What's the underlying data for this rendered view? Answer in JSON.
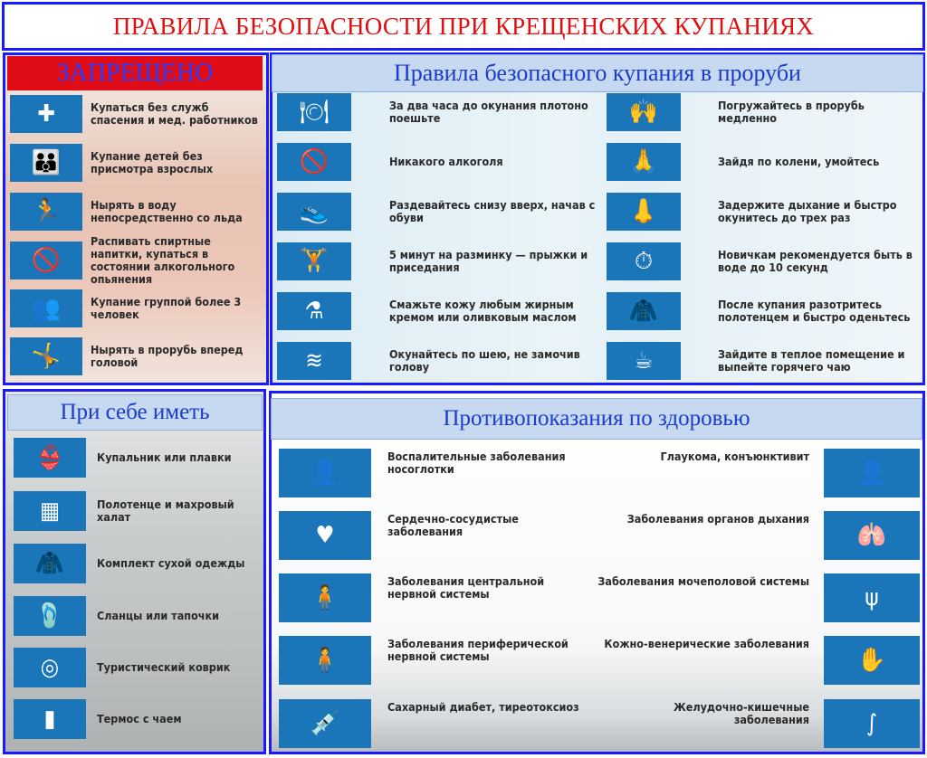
{
  "title": "ПРАВИЛА БЕЗОПАСНОСТИ ПРИ КРЕЩЕНСКИХ КУПАНИЯХ",
  "forbidden": {
    "header": "ЗАПРЕЩЕНО",
    "items": [
      {
        "icon": "first-aid-kit-icon",
        "glyph": "✚",
        "text": "Купаться без служб спасения и мед. работников"
      },
      {
        "icon": "parent-child-icon",
        "glyph": "👪",
        "text": "Купание детей без присмотра взрослых"
      },
      {
        "icon": "jumping-person-icon",
        "glyph": "🏃",
        "text": "Нырять в воду непосредственно со льда"
      },
      {
        "icon": "no-alcohol-icon",
        "glyph": "🚫",
        "text": "Распивать спиртные напитки, купаться в состоянии алкогольного опьянения"
      },
      {
        "icon": "group-icon",
        "glyph": "👥",
        "text": "Купание группой более 3 человек"
      },
      {
        "icon": "diving-person-icon",
        "glyph": "🤸",
        "text": "Нырять в прорубь вперед головой"
      }
    ]
  },
  "rules": {
    "header": "Правила безопасного купания в проруби",
    "left": [
      {
        "icon": "plate-cutlery-icon",
        "glyph": "🍽",
        "text": "За два часа до окунания плотоно поешьте"
      },
      {
        "icon": "no-alcohol-icon",
        "glyph": "🚫",
        "text": "Никакого алкоголя"
      },
      {
        "icon": "shoe-icon",
        "glyph": "👟",
        "text": "Раздевайтесь снизу вверх, начав с обуви"
      },
      {
        "icon": "exercise-icon",
        "glyph": "🏋",
        "text": "5 минут на разминку — прыжки и приседания"
      },
      {
        "icon": "oil-bottle-icon",
        "glyph": "⚗",
        "text": "Смажьте кожу любым жирным кремом или оливковым маслом"
      },
      {
        "icon": "neck-dip-icon",
        "glyph": "≋",
        "text": "Окунайтесь по шею, не замочив голову"
      }
    ],
    "right": [
      {
        "icon": "person-arms-up-icon",
        "glyph": "🙌",
        "text": "Погружайтесь в прорубь медленно"
      },
      {
        "icon": "face-wash-icon",
        "glyph": "🙏",
        "text": "Зайдя по колени, умойтесь"
      },
      {
        "icon": "nose-icon",
        "glyph": "👃",
        "text": "Задержите дыхание и быстро окунитесь до трех раз"
      },
      {
        "icon": "stopwatch-icon",
        "glyph": "⏱",
        "text": "Новичкам рекомендуется быть в воде до 10 секунд"
      },
      {
        "icon": "jacket-icon",
        "glyph": "🧥",
        "text": "После купания разотритесь полотенцем и быстро оденьтесь"
      },
      {
        "icon": "hot-cup-icon",
        "glyph": "☕",
        "text": "Зайдите в теплое помещение и выпейте горячего чаю"
      }
    ]
  },
  "bring": {
    "header": "При себе иметь",
    "items": [
      {
        "icon": "swimsuit-icon",
        "glyph": "👙",
        "text": "Купальник или плавки"
      },
      {
        "icon": "towel-icon",
        "glyph": "▦",
        "text": "Полотенце и махровый халат"
      },
      {
        "icon": "jacket-icon",
        "glyph": "🧥",
        "text": "Комплект сухой одежды"
      },
      {
        "icon": "flip-flops-icon",
        "glyph": "🩴",
        "text": "Сланцы или тапочки"
      },
      {
        "icon": "mat-roll-icon",
        "glyph": "◎",
        "text": "Туристический коврик"
      },
      {
        "icon": "thermos-icon",
        "glyph": "▮",
        "text": "Термос с чаем"
      }
    ]
  },
  "contra": {
    "header": "Противопоказания по здоровью",
    "left": [
      {
        "icon": "head-nasopharynx-icon",
        "glyph": "👤",
        "text": "Воспалительные заболевания носоглотки"
      },
      {
        "icon": "heart-icon",
        "glyph": "♥",
        "text": "Сердечно-сосудистые заболевания"
      },
      {
        "icon": "body-cns-icon",
        "glyph": "🧍",
        "text": "Заболевания центральной нервной системы"
      },
      {
        "icon": "body-peripheral-icon",
        "glyph": "🧍",
        "text": "Заболевания периферической нервной системы"
      },
      {
        "icon": "syringe-icon",
        "glyph": "💉",
        "text": "Сахарный диабет, тиреотоксиоз"
      }
    ],
    "right": [
      {
        "icon": "head-eyes-icon",
        "glyph": "👤",
        "text": "Глаукома, конъюнктивит"
      },
      {
        "icon": "lungs-icon",
        "glyph": "🫁",
        "text": "Заболевания органов дыхания"
      },
      {
        "icon": "kidneys-icon",
        "glyph": "ψ",
        "text": "Заболевания мочеполовой системы"
      },
      {
        "icon": "hand-icon",
        "glyph": "✋",
        "text": "Кожно-венерические заболевания"
      },
      {
        "icon": "stomach-icon",
        "glyph": "∫",
        "text": "Желудочно-кишечные заболевания"
      }
    ]
  },
  "colors": {
    "title": "#e01010",
    "border": "#1a1aff",
    "icon_bg": "#1a76b8",
    "header_red": "#e00c18",
    "header_blue": "#c7d9f0"
  }
}
